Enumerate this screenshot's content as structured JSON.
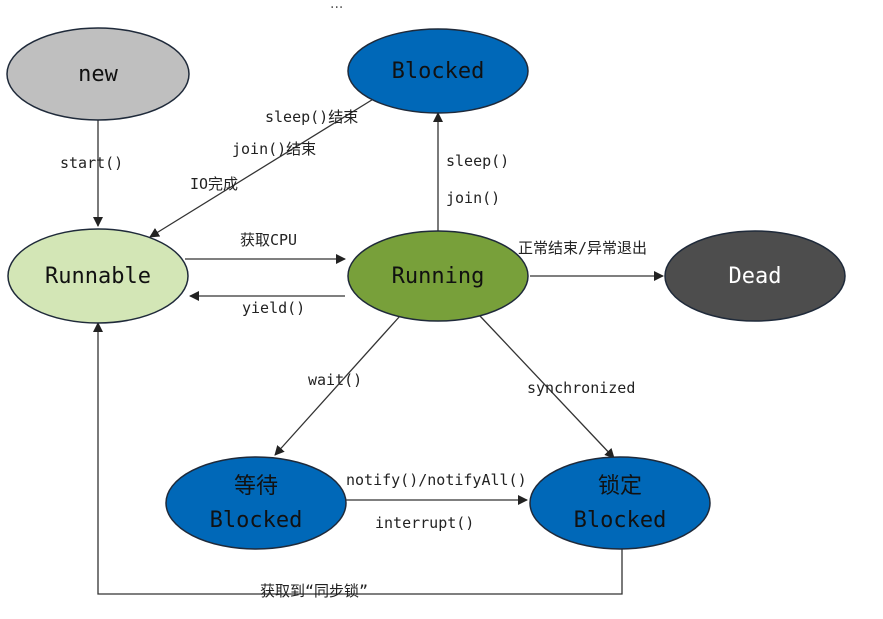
{
  "header_fragment": "...",
  "colors": {
    "new": "#bfbfbf",
    "blocked": "#0068b8",
    "runnable": "#d3e6b6",
    "running": "#78a03a",
    "dead": "#4d4d4d",
    "outline": "#1f2a3a"
  },
  "nodes": {
    "new": "new",
    "blocked_top": "Blocked",
    "runnable": "Runnable",
    "running": "Running",
    "dead": "Dead",
    "waiting_line1": "等待",
    "waiting_line2": "Blocked",
    "locked_line1": "锁定",
    "locked_line2": "Blocked"
  },
  "edges": {
    "start": "start()",
    "sleep_end": "sleep()结束",
    "join_end": "join()结束",
    "io_done": "IO完成",
    "get_cpu": "获取CPU",
    "yield": "yield()",
    "sleep": "sleep()",
    "join": "join()",
    "end": "正常结束/异常退出",
    "wait": "wait()",
    "synchronized": "synchronized",
    "notify": "notify()/notifyAll()",
    "interrupt": "interrupt()",
    "get_lock": "获取到“同步锁”"
  }
}
